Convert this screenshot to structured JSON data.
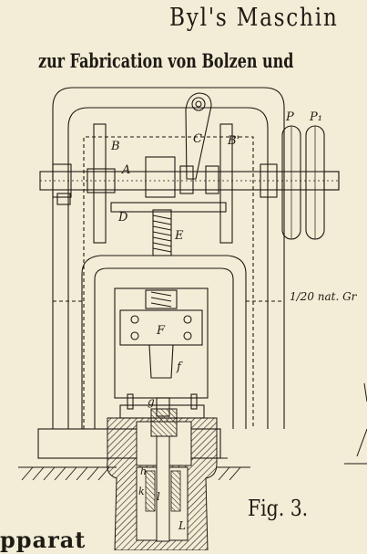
{
  "title": "Byl's Maschin",
  "subtitle": "zur Fabrication von Bolzen und",
  "scale_note": "1/20 nat. Gr",
  "figure_label": "Fig. 3.",
  "bottom_word": "pparat",
  "part_labels": {
    "A": "A",
    "B": "B",
    "B1": "B'",
    "C": "C",
    "D": "D",
    "E": "E",
    "F": "F",
    "f": "f",
    "g": "g",
    "h": "h",
    "k": "k",
    "l": "l",
    "L": "L",
    "P": "P",
    "P1": "P₁"
  },
  "colors": {
    "paper": "#f3ecd6",
    "ink": "#1e1a14"
  }
}
